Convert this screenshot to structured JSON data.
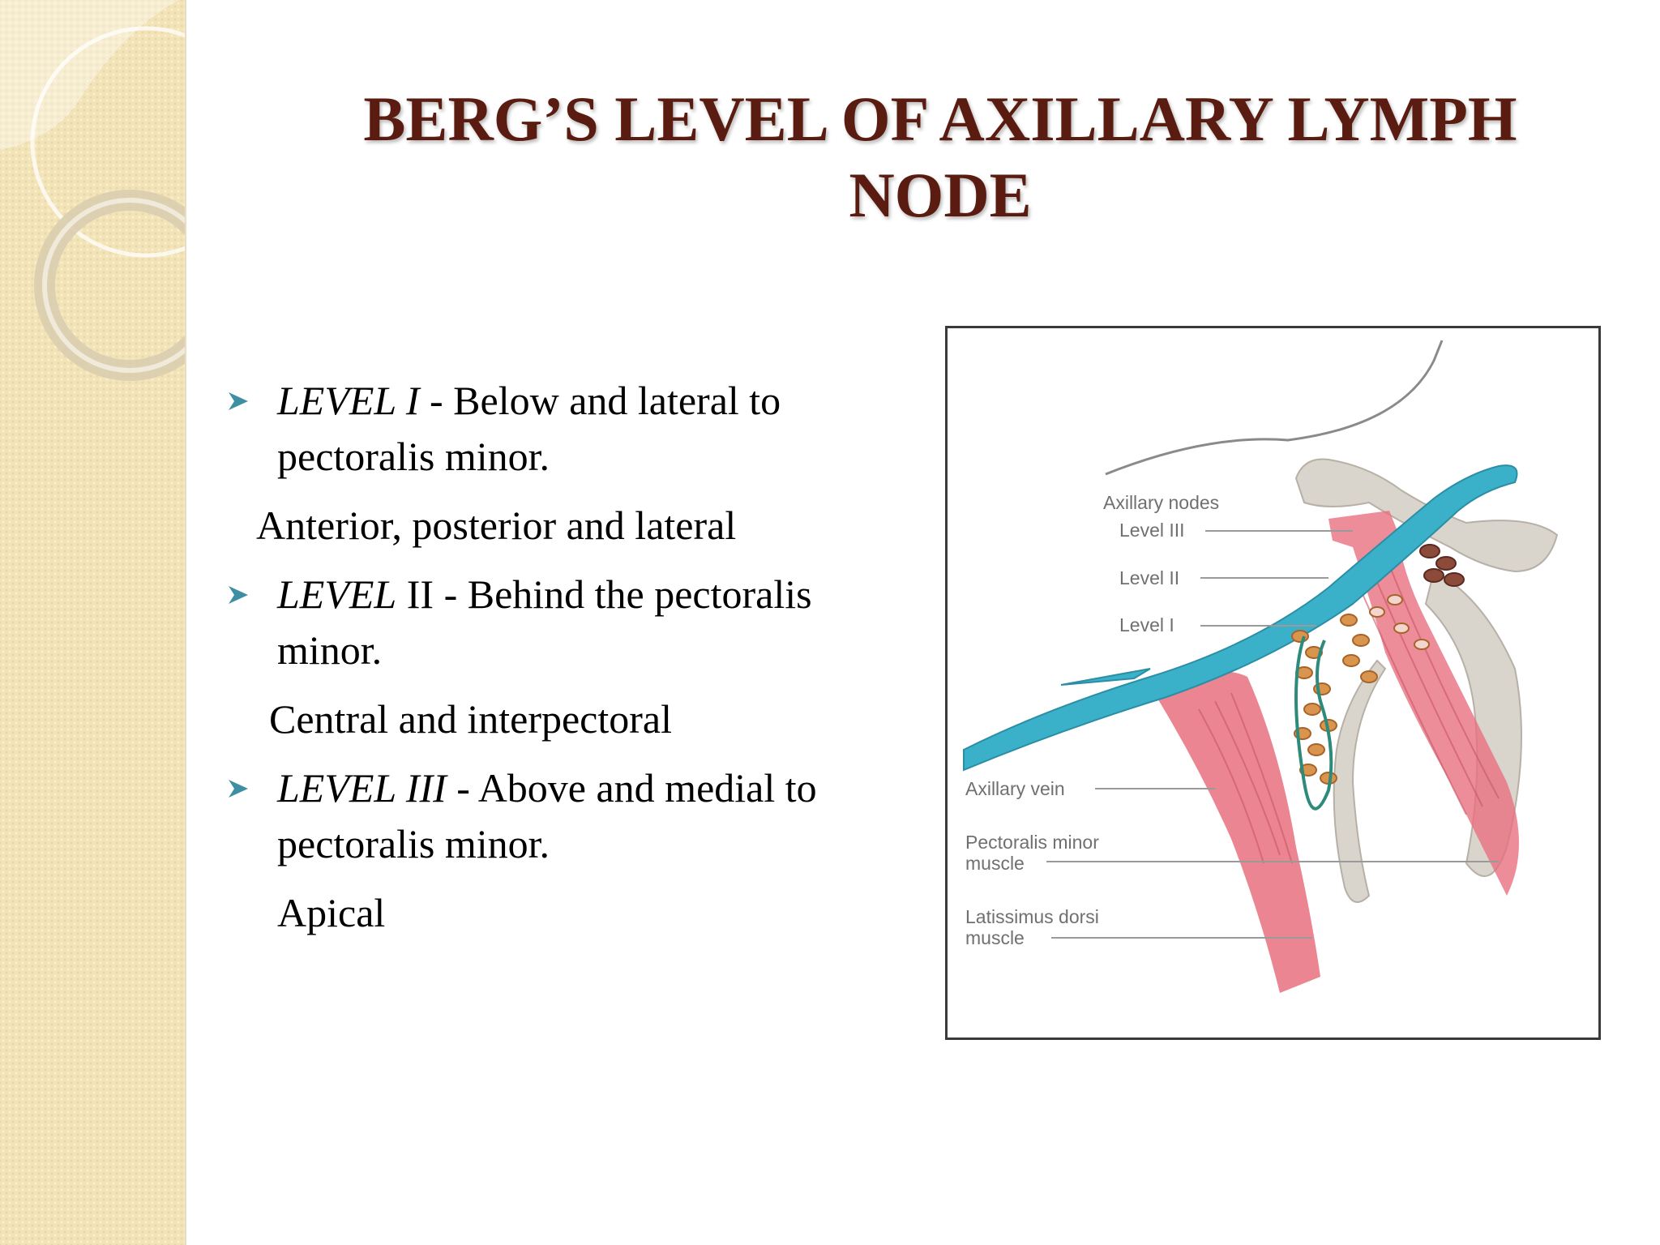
{
  "slide": {
    "title_line1": "BERG’S LEVEL OF AXILLARY LYMPH",
    "title_line2": "NODE"
  },
  "content": {
    "items": [
      {
        "level": "LEVEL I",
        "level_suffix": "",
        "text_line1": " - Below and lateral to",
        "text_line2": "pectoralis minor.",
        "sub": "Anterior, posterior and lateral"
      },
      {
        "level": "LEVEL",
        "level_suffix": " II",
        "text_line1": " - Behind the pectoralis",
        "text_line2": "minor.",
        "sub": "Central and interpectoral"
      },
      {
        "level": "LEVEL III",
        "level_suffix": "",
        "text_line1": " - Above and medial to",
        "text_line2": "pectoralis minor.",
        "sub": "Apical"
      }
    ],
    "bullet_icon": "arrowhead-icon",
    "bullet_color": "#3e8fa3"
  },
  "figure": {
    "labels": {
      "axillary_nodes": "Axillary nodes",
      "level_3": "Level III",
      "level_2": "Level II",
      "level_1": "Level I",
      "axillary_vein": "Axillary vein",
      "pectoralis_minor_1": "Pectoralis minor",
      "pectoralis_minor_2": "muscle",
      "latissimus_dorsi_1": "Latissimus dorsi",
      "latissimus_dorsi_2": "muscle"
    },
    "colors": {
      "vein": "#3bb0c9",
      "muscle": "#e8707f",
      "bone": "#d9d4cc",
      "nodes": "#d9954e",
      "title": "#5a1c10"
    }
  }
}
